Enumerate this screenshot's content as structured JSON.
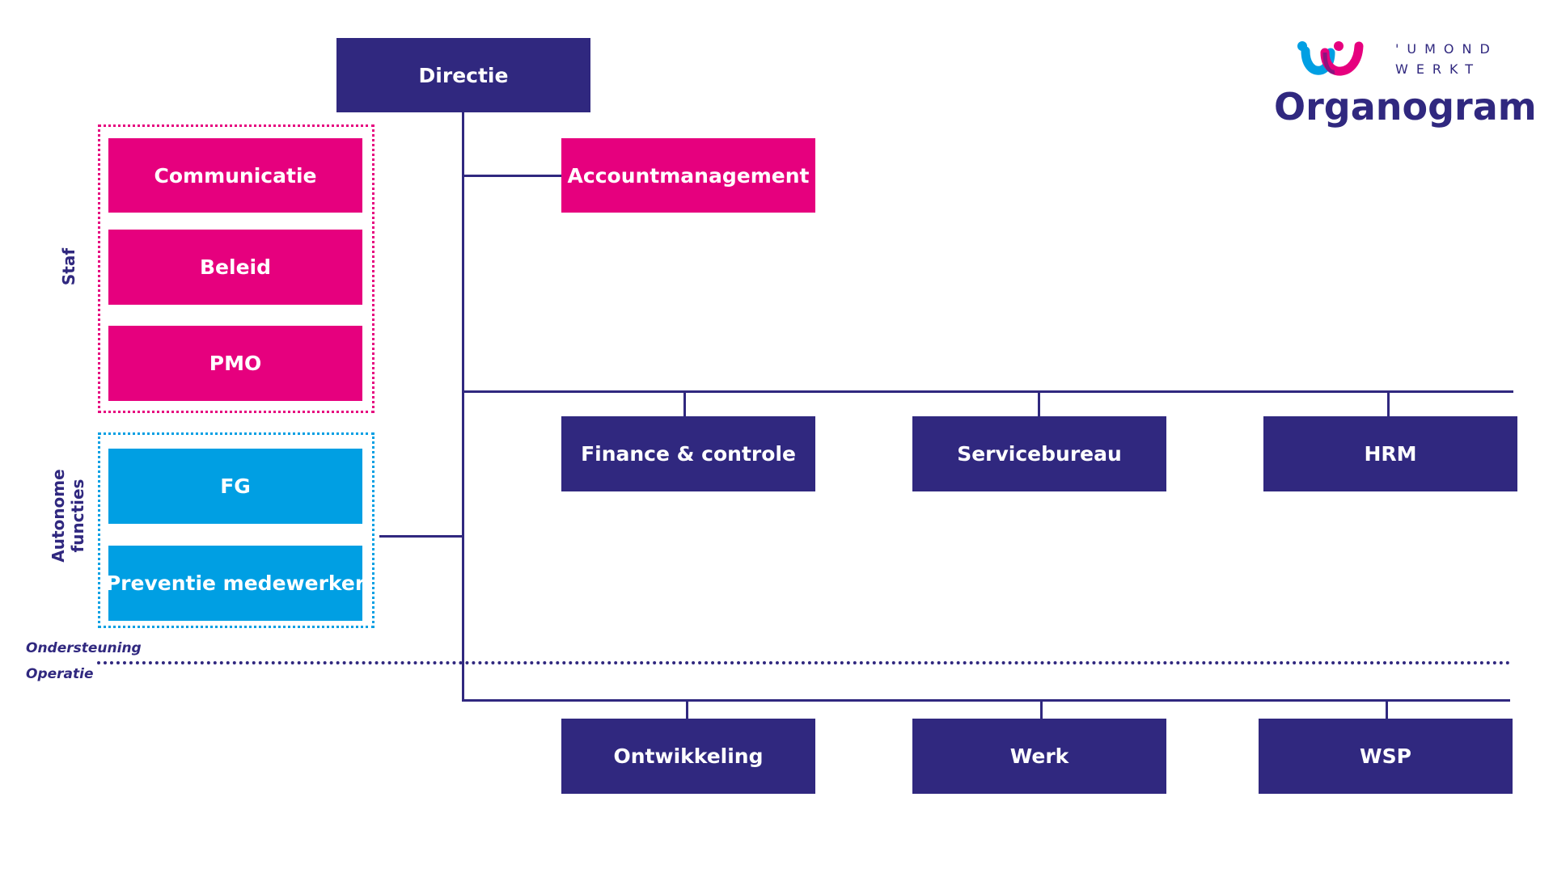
{
  "brand": {
    "wordmark_line1": "'UMOND",
    "wordmark_line2": "WERKT",
    "title": "Organogram"
  },
  "colors": {
    "navy": "#30287f",
    "pink": "#e6007e",
    "blue": "#009fe3"
  },
  "top": {
    "directie": "Directie"
  },
  "staf": {
    "label": "Staf",
    "items": [
      "Communicatie",
      "Beleid",
      "PMO"
    ]
  },
  "autonome": {
    "label_line1": "Autonome",
    "label_line2": "functies",
    "items": [
      "FG",
      "Preventie medewerker"
    ]
  },
  "account": "Accountmanagement",
  "ondersteuning": {
    "label": "Ondersteuning",
    "items": [
      "Finance & controle",
      "Servicebureau",
      "HRM"
    ]
  },
  "operatie": {
    "label": "Operatie",
    "items": [
      "Ontwikkeling",
      "Werk",
      "WSP"
    ]
  }
}
